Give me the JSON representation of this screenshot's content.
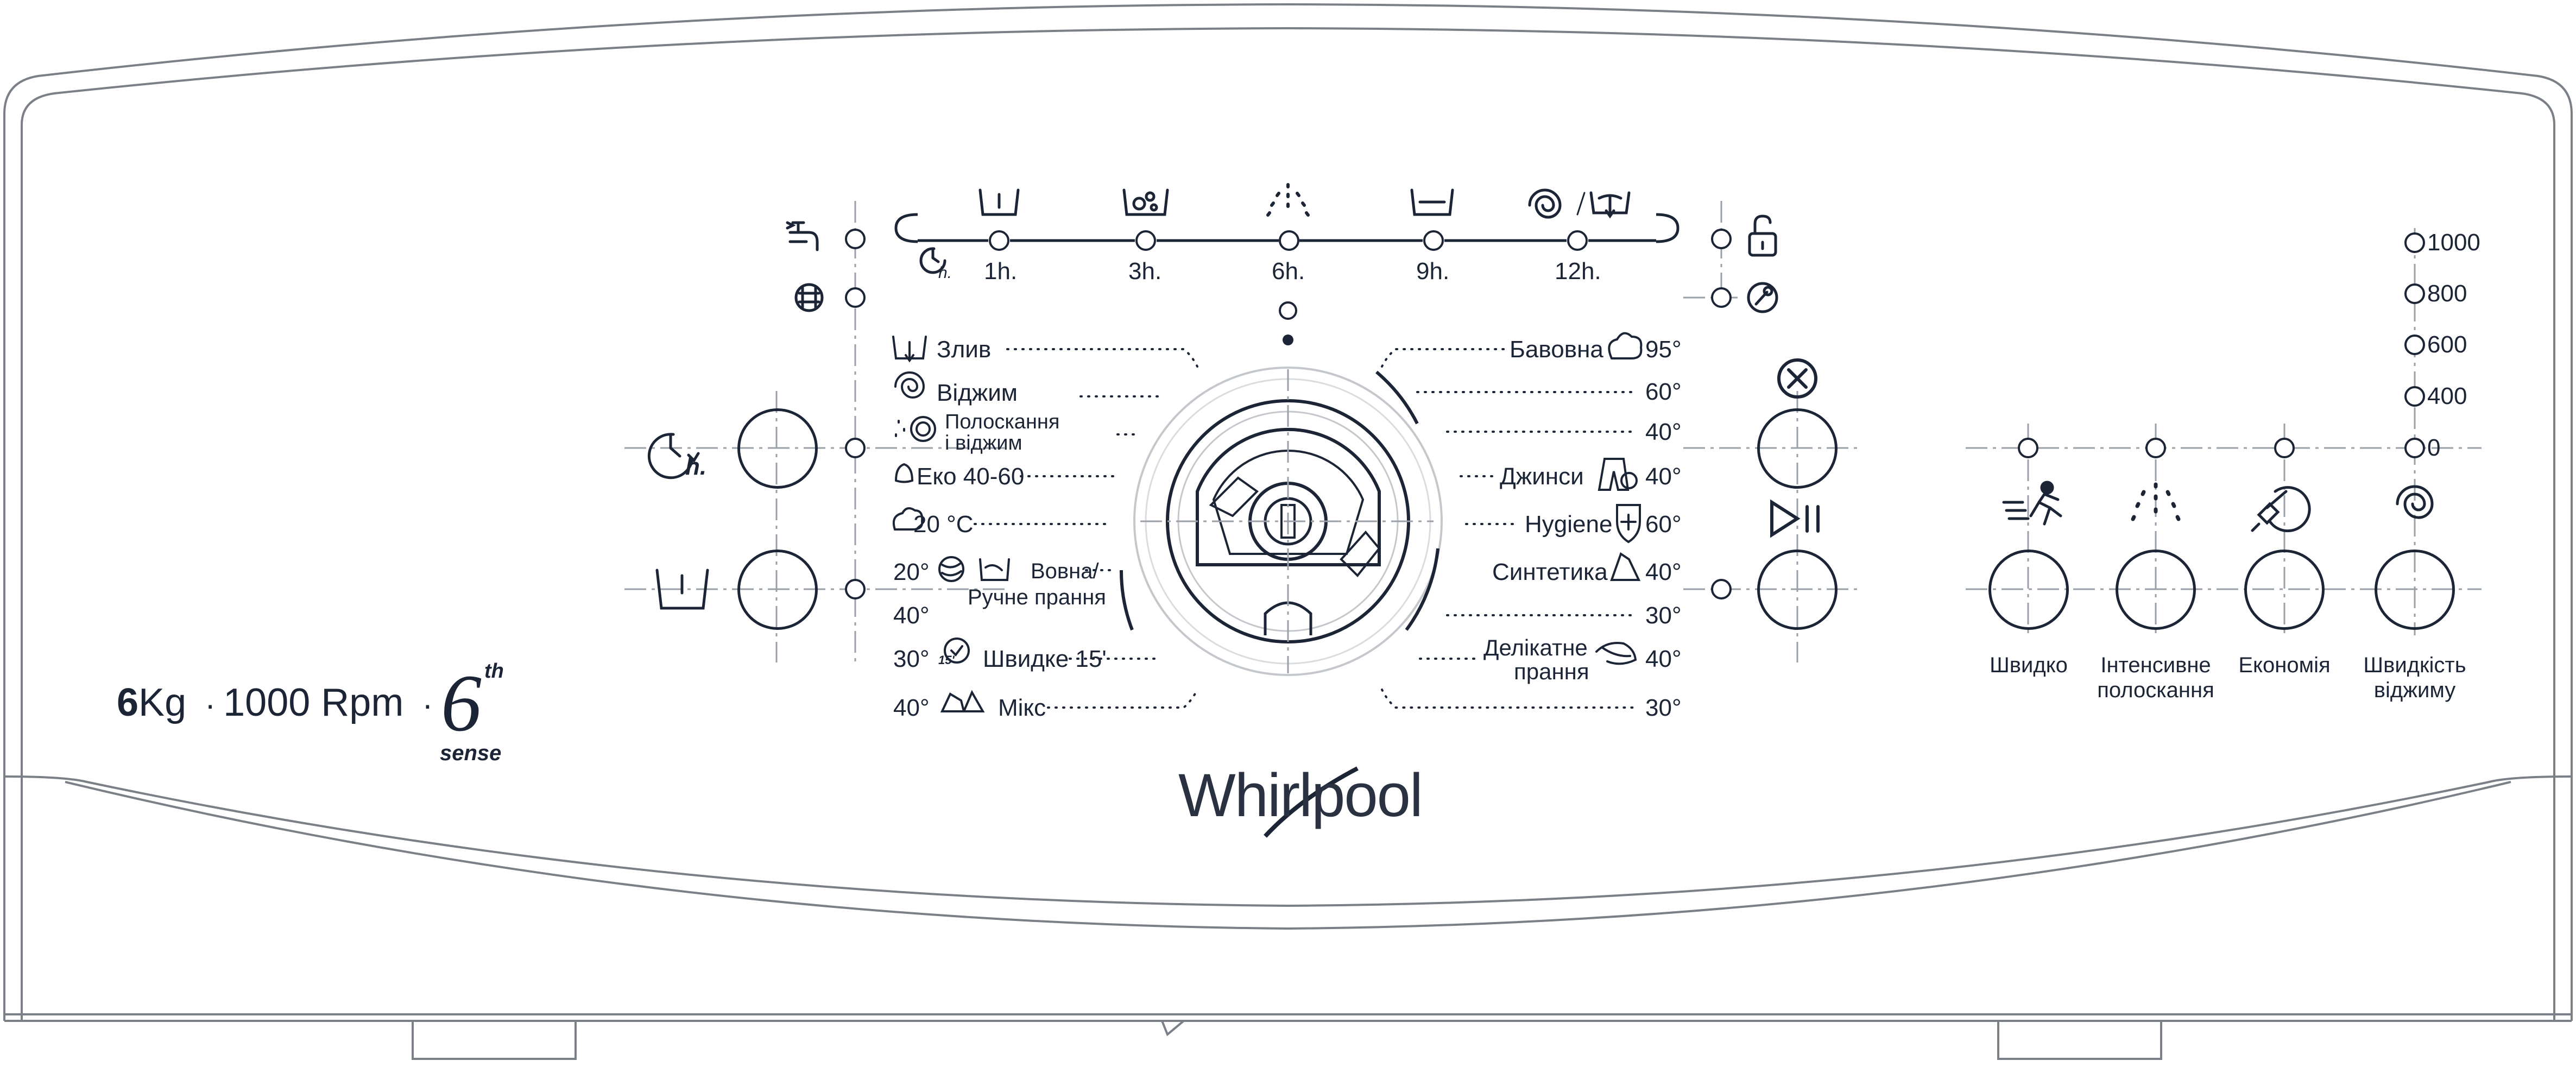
{
  "brand": "Whirlpool",
  "specs": {
    "capacity_num": "6",
    "capacity_unit": "Kg",
    "rpm": "1000 Rpm",
    "sixth_num": "6",
    "sixth_sup": "th",
    "sixth_word": "sense"
  },
  "delay_hours": [
    "1h.",
    "3h.",
    "6h.",
    "9h.",
    "12h."
  ],
  "delay_clock_label": "h.",
  "programs_left": [
    {
      "label": "Злив"
    },
    {
      "label": "Віджим"
    },
    {
      "label": "Полоскання",
      "label2": "і віджим"
    },
    {
      "label": "Еко 40-60"
    },
    {
      "label": "20 °C"
    },
    {
      "temp": "20°",
      "label": "Вовна/",
      "label2": "Ручне прання"
    },
    {
      "temp": "40°"
    },
    {
      "temp": "30°",
      "label": "Швидке 15'"
    },
    {
      "temp": "40°",
      "label": "Мікс"
    }
  ],
  "programs_right": [
    {
      "label": "Бавовна",
      "temp": "95°"
    },
    {
      "temp": "60°"
    },
    {
      "temp": "40°"
    },
    {
      "label": "Джинси",
      "temp": "40°"
    },
    {
      "label": "Hygiene",
      "temp": "60°"
    },
    {
      "label": "Синтетика",
      "temp": "40°"
    },
    {
      "temp": "30°"
    },
    {
      "label": "Делікатне",
      "label2": "прання",
      "temp": "40°"
    },
    {
      "temp": "30°"
    }
  ],
  "spin_speeds": [
    "1000",
    "800",
    "600",
    "400",
    "0"
  ],
  "option_buttons": [
    {
      "label": "Швидко",
      "icon": "running-man-icon"
    },
    {
      "label": "Інтенсивне",
      "label2": "полоскання",
      "icon": "rinse-shower-icon"
    },
    {
      "label": "Економія",
      "icon": "eco-plug-icon"
    },
    {
      "label": "Швидкість",
      "label2": "віджиму",
      "icon": "spin-spiral-icon"
    }
  ],
  "quick15_icon_text": "15'",
  "colors": {
    "ink": "#1c2536",
    "outline": "#7a7f88",
    "dash": "#9aa0a8"
  }
}
